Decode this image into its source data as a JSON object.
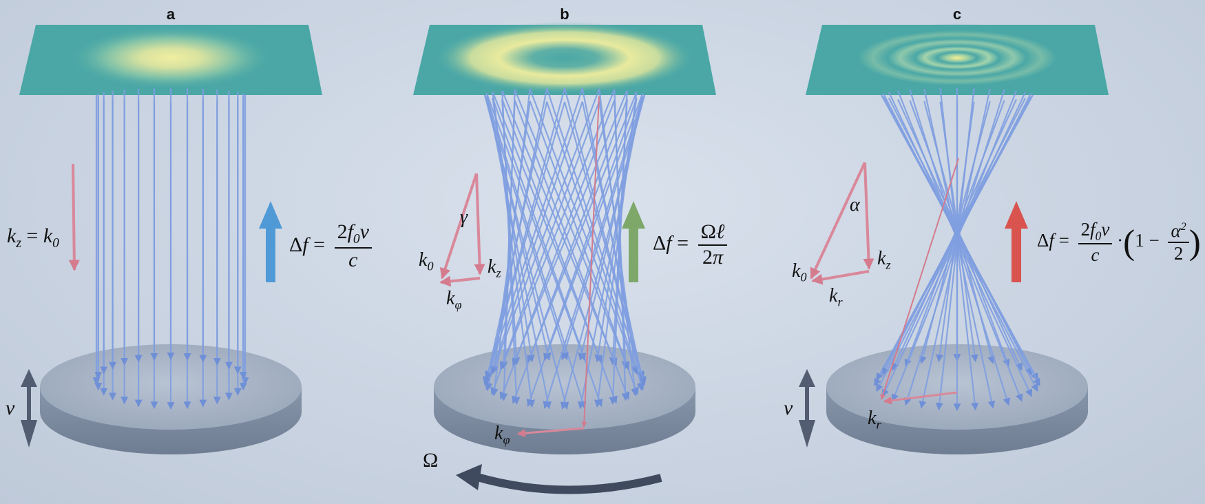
{
  "panels": [
    {
      "label": "a",
      "wave_vector": "k_z = k_0",
      "formula": "Δf = 2f₀v / c",
      "arrow_color": "#4f9ad6",
      "motion_label": "v"
    },
    {
      "label": "b",
      "angle_label": "γ",
      "vectors": [
        "k_0",
        "k_z",
        "k_φ"
      ],
      "formula": "Δf = Ωℓ / 2π",
      "arrow_color": "#7ea86a",
      "rotation_label": "Ω"
    },
    {
      "label": "c",
      "angle_label": "α",
      "vectors": [
        "k_0",
        "k_z",
        "k_r"
      ],
      "formula": "Δf = 2f₀v / c · (1 − α²/2)",
      "arrow_color": "#d9534f",
      "motion_label": "v"
    }
  ],
  "colors": {
    "ray": "#7f9fe0",
    "vector": "#d9889a",
    "disk": "#a4b1c4",
    "screen": "#4aa7a6",
    "motion_arrow": "#525d72"
  }
}
